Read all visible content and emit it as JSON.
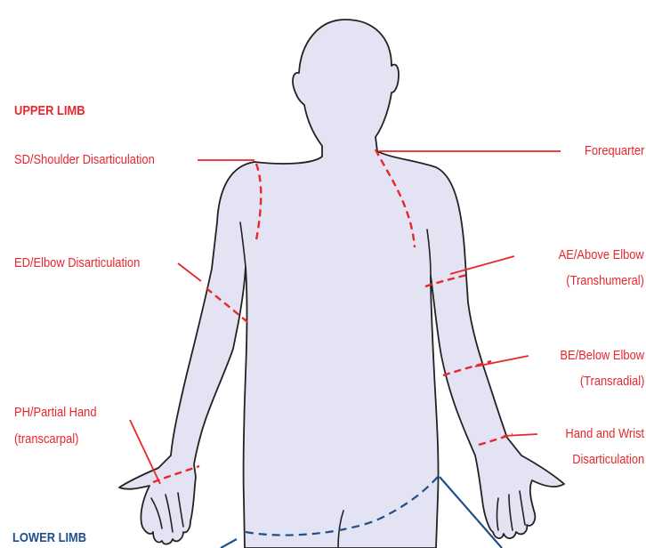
{
  "colors": {
    "upper_limb": "#e8262c",
    "lower_limb": "#1e4f8c",
    "body_fill": "#e3e3f3",
    "outline": "#222222"
  },
  "headings": {
    "upper_limb": "UPPER LIMB",
    "lower_limb": "LOWER LIMB"
  },
  "labels": {
    "shoulder": "SD/Shoulder Disarticulation",
    "forequarter": "Forequarter",
    "elbow_disartic": "ED/Elbow Disarticulation",
    "above_elbow": "AE/Above Elbow",
    "above_elbow_sub": "(Transhumeral)",
    "below_elbow": "BE/Below Elbow",
    "below_elbow_sub": "(Transradial)",
    "partial_hand": "PH/Partial Hand",
    "partial_hand_sub": "(transcarpal)",
    "hand_wrist": "Hand and Wrist",
    "hand_wrist_sub": "Disarticulation"
  }
}
